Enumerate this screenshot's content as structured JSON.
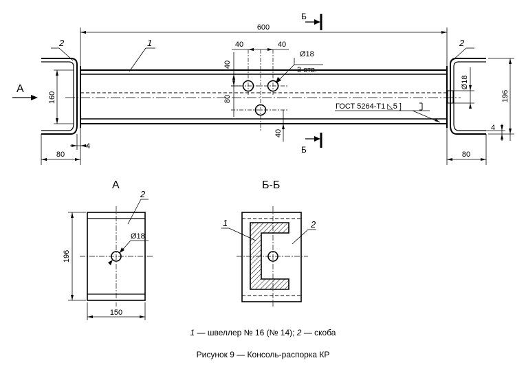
{
  "main_view": {
    "section_mark": "Б",
    "view_mark": "А",
    "dim_overall_length": "600",
    "dim_flange_80_left": "80",
    "dim_flange_80_right": "80",
    "dim_thickness_left": "4",
    "dim_thickness_right": "4",
    "dim_height_160": "160",
    "dim_height_196": "196",
    "dim_hole_right": "Ø18",
    "dim_spacing_top_left": "40",
    "dim_spacing_top_right": "40",
    "dim_vert_40_top": "40",
    "dim_vert_80": "80",
    "dim_vert_40_bottom": "40",
    "hole_callout_dia": "Ø18",
    "hole_callout_count": "3 отв.",
    "weld_note": "ГОСТ 5264-Т1 ◺5 ]",
    "part_1": "1",
    "part_2_left": "2",
    "part_2_right": "2"
  },
  "view_a": {
    "title": "А",
    "dim_width": "150",
    "dim_height": "196",
    "dim_hole": "Ø18",
    "part_2": "2"
  },
  "section_bb": {
    "title": "Б-Б",
    "part_1": "1",
    "part_2": "2"
  },
  "legend": {
    "item1_num": "1",
    "item1_text": " — швеллер № 16 (№ 14); ",
    "item2_num": "2",
    "item2_text": " — скоба"
  },
  "figure_caption": "Рисунок 9 — Консоль-распорка КР"
}
